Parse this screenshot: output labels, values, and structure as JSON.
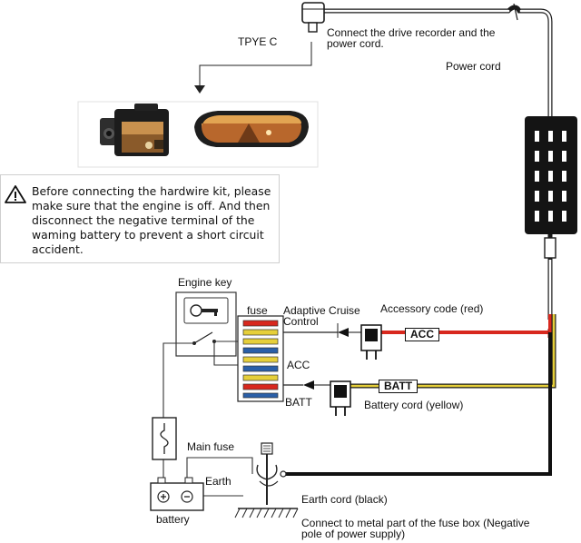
{
  "labels": {
    "type_c": "TPYE C",
    "connect_recorder": "Connect the drive recorder and the power cord.",
    "power_cord": "Power cord",
    "engine_key": "Engine key",
    "fuse": "fuse",
    "adaptive_cruise": "Adaptive Cruise Control",
    "accessory_code": "Accessory code (red)",
    "acc_tag": "ACC",
    "acc": "ACC",
    "batt_tag": "BATT",
    "batt": "BATT",
    "battery_cord": "Battery cord (yellow)",
    "main_fuse": "Main fuse",
    "earth": "Earth",
    "earth_cord": "Earth cord (black)",
    "battery": "battery",
    "connect_metal": "Connect to metal part of the fuse box (Negative pole of power supply)"
  },
  "warning": {
    "text": "Before connecting the hardwire kit, please make sure that the engine is off. And then disconnect the negative terminal of the waming battery to prevent a short circuit accident."
  },
  "colors": {
    "red_wire": "#d8281e",
    "yellow_wire": "#e6cf3a",
    "black_wire": "#111111",
    "converter_body": "#141414"
  },
  "icons": {
    "warning": "warning-triangle-icon",
    "key": "key-icon",
    "fuse": "fuse-icon",
    "ground": "ground-icon"
  }
}
